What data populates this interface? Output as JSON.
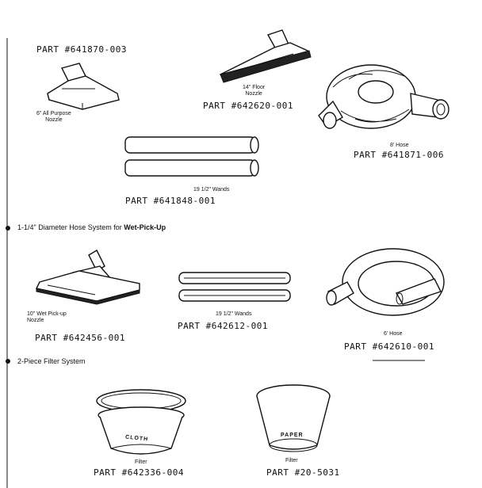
{
  "parts": {
    "nozzle_all_purpose": {
      "number": "PART #641870-003",
      "caption_line1": "6\" All Purpose",
      "caption_line2": "Nozzle"
    },
    "floor_nozzle": {
      "number": "PART #642620-001",
      "caption_line1": "14\" Floor",
      "caption_line2": "Nozzle"
    },
    "hose_8ft": {
      "number": "PART #641871-006",
      "caption": "8' Hose"
    },
    "wands_set1": {
      "number": "PART #641848-001",
      "caption": "19 1/2\" Wands"
    },
    "wet_pickup_nozzle": {
      "number": "PART #642456-001",
      "caption_line1": "10\" Wet Pick-up",
      "caption_line2": "Nozzle"
    },
    "wands_set2": {
      "number": "PART #642612-001",
      "caption": "19 1/2\" Wands"
    },
    "hose_6ft": {
      "number": "PART #642610-001",
      "caption": "6' Hose"
    },
    "cloth_filter": {
      "number": "PART #642336-004",
      "caption": "Filter",
      "print": "CLOTH"
    },
    "paper_filter": {
      "number": "PART #20-5031",
      "caption": "Filter",
      "print": "PAPER"
    }
  },
  "sections": {
    "wet_pickup": {
      "text": "1-1/4\" Diameter Hose System for ",
      "emphasis": "Wet-Pick-Up"
    },
    "filter": {
      "text": "2-Piece Filter System"
    }
  }
}
